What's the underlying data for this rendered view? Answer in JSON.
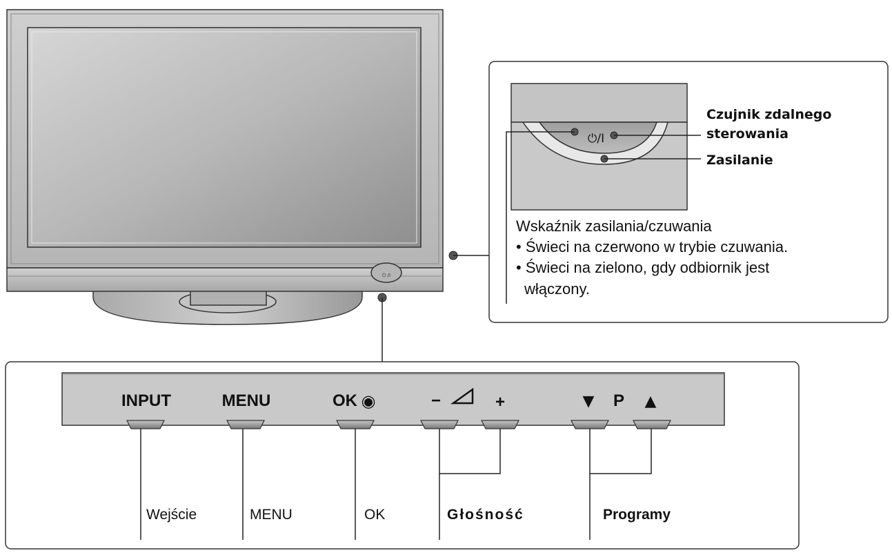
{
  "tv": {
    "standby_indicator_text": "⏻ /I"
  },
  "detail_panel": {
    "power_symbol": "⏻/I",
    "remote_sensor_label_line1": "Czujnik zdalnego",
    "remote_sensor_label_line2": "sterowania",
    "power_label": "Zasilanie",
    "indicator_title": "Wskaźnik zasilania/czuwania",
    "indicator_line1": "• Świeci na czerwono w trybie czuwania.",
    "indicator_line2": "• Świeci na zielono, gdy odbiornik jest",
    "indicator_line3": "włączony."
  },
  "control_panel": {
    "buttons": {
      "input": "INPUT",
      "menu": "MENU",
      "ok": "OK",
      "ok_symbol": "◉",
      "vol_minus": "−",
      "vol_symbol": "◿",
      "vol_plus": "+",
      "prog_down": "▼",
      "prog_p": "P",
      "prog_up": "▲"
    },
    "captions": {
      "input": "Wejście",
      "menu": "MENU",
      "ok": "OK",
      "volume": "Głośność",
      "programs": "Programy"
    }
  },
  "colors": {
    "panel_gray": "#c9c9c9",
    "frame_gray": "#bdbdbd",
    "line": "#222222"
  }
}
